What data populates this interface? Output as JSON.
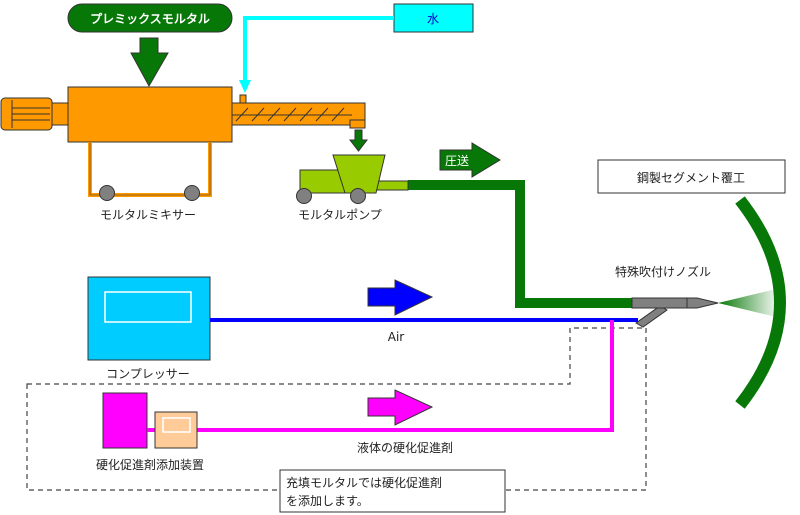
{
  "labels": {
    "premix": "プレミックスモルタル",
    "water": "水",
    "mixer": "モルタルミキサー",
    "pump": "モルタルポンプ",
    "pressure_feed": "圧送",
    "segment": "鋼製セグメント覆工",
    "nozzle": "特殊吹付けノズル",
    "compressor": "コンプレッサー",
    "air": "Air",
    "accelerator_liquid": "液体の硬化促進剤",
    "accelerator_device": "硬化促進剤添加装置",
    "note_line1": "充填モルタルでは硬化促進剤",
    "note_line2": "を添加します。"
  },
  "colors": {
    "mortar_green": "#077807",
    "water_cyan": "#00FFFF",
    "mixer_orange": "#FF9900",
    "pump_green": "#99CC00",
    "compressor_blue": "#00CCFF",
    "air_blue": "#0000FF",
    "accelerator_magenta": "#FF00FF",
    "device_peach": "#FFCC99",
    "nozzle_gray": "#808080"
  }
}
